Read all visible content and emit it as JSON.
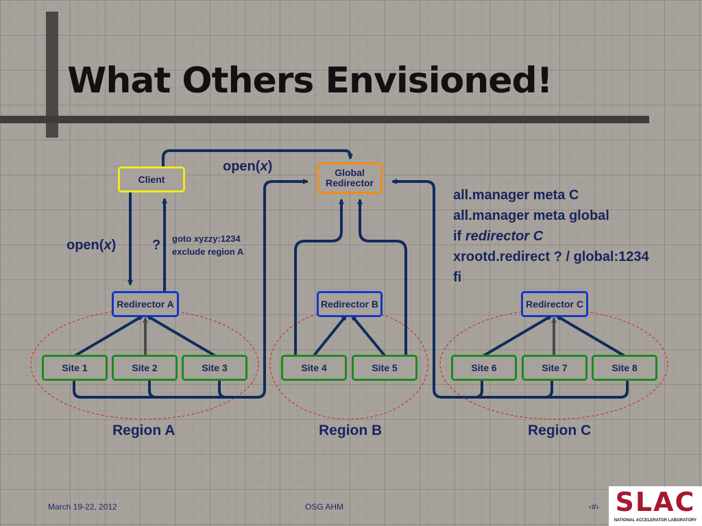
{
  "slide": {
    "title": "What Others Envisioned!",
    "nodes": {
      "client": "Client",
      "global_line1": "Global",
      "global_line2": "Redirector",
      "redirector_a": "Redirector A",
      "redirector_b": "Redirector B",
      "redirector_c": "Redirector C"
    },
    "sites": [
      "Site 1",
      "Site 2",
      "Site 3",
      "Site 4",
      "Site 5",
      "Site 6",
      "Site 7",
      "Site 8"
    ],
    "regions": [
      "Region A",
      "Region B",
      "Region C"
    ],
    "labels": {
      "open_top_prefix": "open(",
      "open_top_var": "x",
      "open_top_suffix": ")",
      "open_left_prefix": "open(",
      "open_left_var": "x",
      "open_left_suffix": ")",
      "question": "?",
      "goto": "goto xyzzy:1234",
      "exclude": "exclude region A"
    },
    "config_lines": {
      "line1": "all.manager meta C",
      "line2": "all.manager meta global",
      "line3_prefix": "if ",
      "line3_italic": "redirector C",
      "line4": "xrootd.redirect ? / global:1234",
      "line5": "fi"
    },
    "footer": {
      "date": "March 19-22, 2012",
      "event": "OSG AHM",
      "page": "‹#›"
    },
    "logo": {
      "text": "SLAC",
      "subtitle": "NATIONAL ACCELERATOR LABORATORY"
    },
    "colors": {
      "background": "#a7a29c",
      "arrow": "#0f2c5c",
      "text": "#17245e",
      "client_border": "#f2ea1a",
      "global_border": "#f28c1a",
      "redirector_border": "#1437c4",
      "site_border": "#1c8a1c",
      "region_ellipse": "#d42020",
      "logo_red": "#a6192e"
    }
  }
}
